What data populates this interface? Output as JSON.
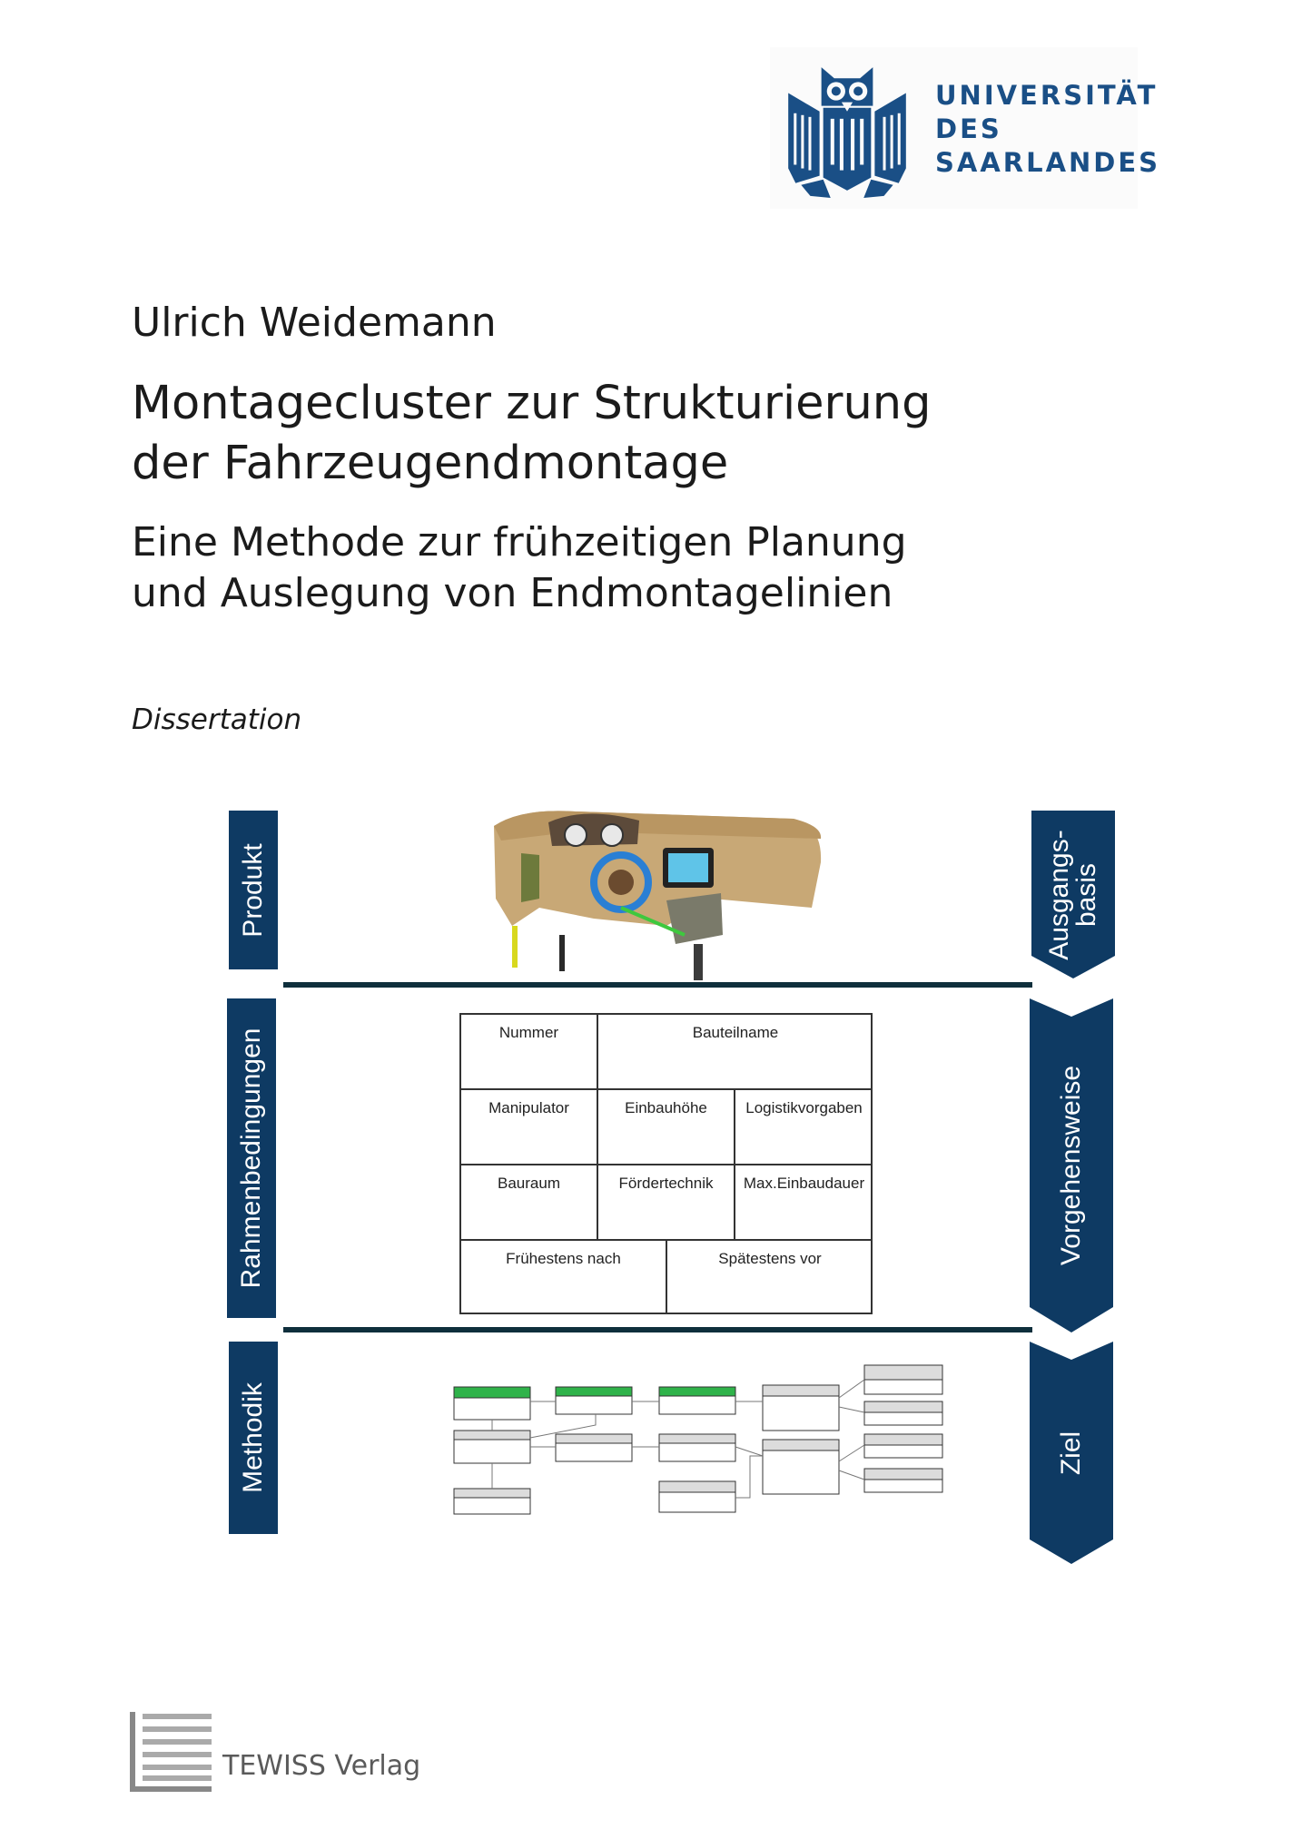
{
  "university": {
    "line1": "UNIVERSITÄT",
    "line2": "DES",
    "line3": "SAARLANDES",
    "brand_color": "#1a4f86"
  },
  "book": {
    "author": "Ulrich Weidemann",
    "title_line1": "Montagecluster zur Strukturierung",
    "title_line2": "der Fahrzeugendmontage",
    "subtitle_line1": "Eine Methode zur frühzeitigen Planung",
    "subtitle_line2": "und Auslegung von Endmontagelinien",
    "doc_type": "Dissertation"
  },
  "diagram": {
    "left_labels": [
      "Produkt",
      "Rahmenbedingungen",
      "Methodik"
    ],
    "right_labels": [
      "Ausgangs-",
      "basis",
      "Vorgehensweise",
      "Ziel"
    ],
    "accent_color": "#0e3a63",
    "table": {
      "nummer": "Nummer",
      "bauteilname": "Bauteilname",
      "manipulator": "Manipulator",
      "einbauhoehe": "Einbauhöhe",
      "logistikvorgaben": "Logistikvorgaben",
      "bauraum": "Bauraum",
      "foerdertechnik": "Fördertechnik",
      "max_einbaudauer": "Max.Einbaudauer",
      "fruehestens_nach": "Frühestens nach",
      "spaetestens_vor": "Spätestens vor"
    }
  },
  "publisher": {
    "name": "TEWISS Verlag"
  }
}
